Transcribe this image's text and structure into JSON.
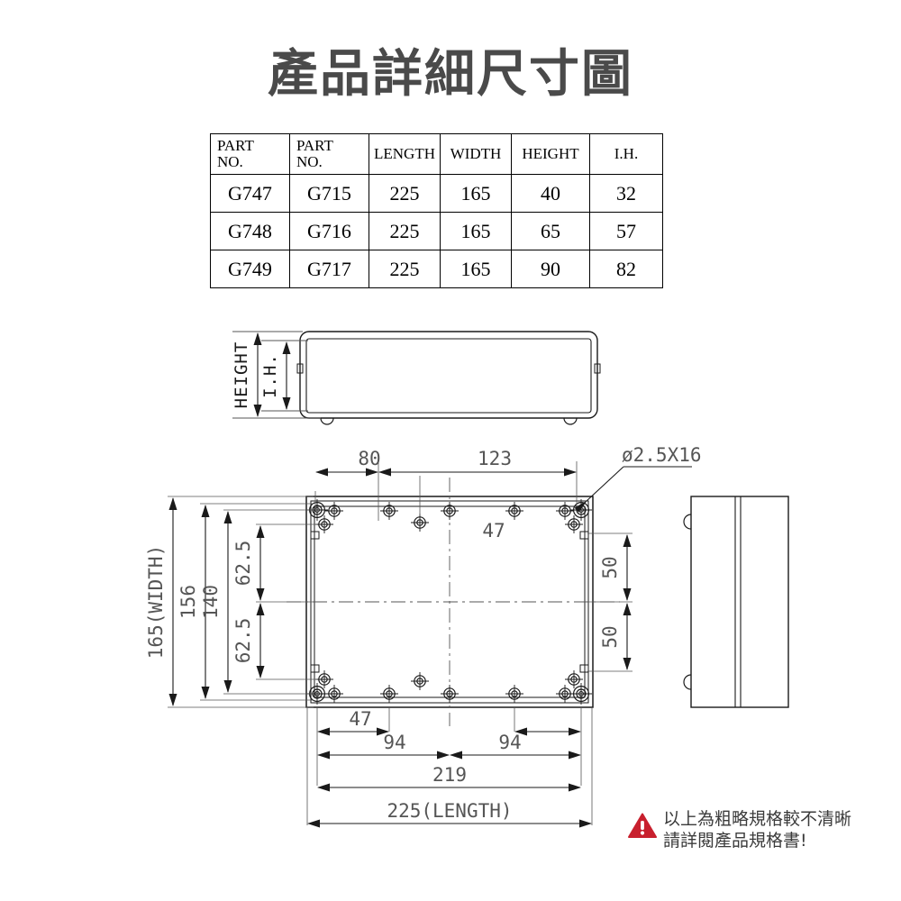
{
  "title": "產品詳細尺寸圖",
  "table": {
    "headers": [
      "PART NO.",
      "PART NO.",
      "LENGTH",
      "WIDTH",
      "HEIGHT",
      "I.H."
    ],
    "header_lines": [
      [
        "PART",
        "NO."
      ],
      [
        "PART",
        "NO."
      ]
    ],
    "rows": [
      {
        "part_no_1": "G747",
        "part_no_2": "G715",
        "length": "225",
        "width": "165",
        "height": "40",
        "ih": "32"
      },
      {
        "part_no_1": "G748",
        "part_no_2": "G716",
        "length": "225",
        "width": "165",
        "height": "65",
        "ih": "57"
      },
      {
        "part_no_1": "G749",
        "part_no_2": "G717",
        "length": "225",
        "width": "165",
        "height": "90",
        "ih": "82"
      }
    ]
  },
  "side_view": {
    "labels": {
      "height": "HEIGHT",
      "ih": "I.H."
    }
  },
  "top_view": {
    "dimensions": {
      "top_left": "80",
      "top_right": "123",
      "hole_callout": "ø2.5X16",
      "inner_label": "47",
      "left_outer": "165(WIDTH)",
      "left_156": "156",
      "left_140": "140",
      "left_upper_625": "62.5",
      "left_lower_625": "62.5",
      "right_upper_50": "50",
      "right_lower_50": "50",
      "bottom_47": "47",
      "bottom_94_left": "94",
      "bottom_94_right": "94",
      "bottom_219": "219",
      "bottom_225": "225(LENGTH)"
    }
  },
  "warning": {
    "icon": "warning-triangle-icon",
    "line1": "以上為粗略規格較不清晰",
    "line2": "請詳閱產品規格書!",
    "color": "#c8202e"
  },
  "colors": {
    "title": "#4a4a4a",
    "line": "#1a1a1a",
    "dim_line": "#555555",
    "warning_red": "#c8202e"
  }
}
